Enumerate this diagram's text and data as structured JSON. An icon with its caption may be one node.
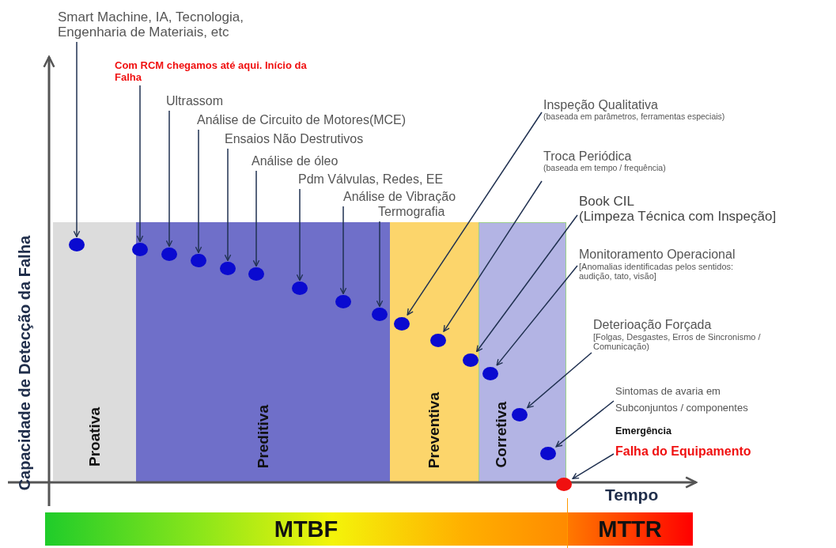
{
  "diagram": {
    "nodes": [
      {
        "text": [
          "Smart Machine, IA, Tecnologia, Engenharia de Materiais, etc"
        ]
      },
      {
        "text": [
          "Com RCM chegamos até aqui. Início da Falha"
        ]
      },
      {
        "text": [
          "Ultrassom"
        ]
      },
      {
        "text": [
          "Análise de Circuito de Motores(MCE)"
        ]
      },
      {
        "text": [
          "Ensaios Não  Destrutivos"
        ]
      },
      {
        "text": [
          "Análise de óleo"
        ]
      },
      {
        "text": [
          "Pdm Válvulas, Redes, EE"
        ]
      },
      {
        "text": [
          "Análise de Vibração"
        ]
      },
      {
        "text": [
          "Termografia"
        ]
      },
      {
        "text": [
          "Inspeção Qualitativa",
          "(baseada em parâmetros, ferramentas especiais)"
        ]
      },
      {
        "text": [
          "Troca Periódica",
          "(baseada em tempo / frequência)"
        ]
      },
      {
        "text": [
          "Book CIL",
          "(Limpeza Técnica com Inspeção]"
        ]
      },
      {
        "text": [
          "Monitoramento Operacional",
          "[Anomalias identificadas pelos sentidos: audição, tato, visão]"
        ]
      },
      {
        "text": [
          "Deterioação Forçada",
          "[Folgas, Desgastes, Erros de Sincronismo / Comunicação)"
        ]
      },
      {
        "text": [
          "Sintomas de avaria  em Subconjuntos / componentes"
        ]
      },
      {
        "text": [
          "Falha do Equipamento"
        ]
      },
      {
        "text": [
          "Proativa"
        ]
      },
      {
        "text": [
          "Preditiva"
        ]
      },
      {
        "text": [
          "Preventiva"
        ]
      },
      {
        "text": [
          "Corretiva"
        ]
      },
      {
        "text": [],
        "shape": "circle",
        "in": 16
      },
      {
        "text": [],
        "shape": "circle",
        "in": 17
      },
      {
        "text": [],
        "shape": "circle",
        "in": 17
      },
      {
        "text": [],
        "shape": "circle",
        "in": 17
      },
      {
        "text": [],
        "shape": "circle",
        "in": 17
      },
      {
        "text": [],
        "shape": "circle",
        "in": 17
      },
      {
        "text": [],
        "shape": "circle",
        "in": 17
      },
      {
        "text": [],
        "shape": "circle",
        "in": 17
      },
      {
        "text": [],
        "shape": "circle",
        "in": 17
      },
      {
        "text": [],
        "shape": "circle",
        "in": 18
      },
      {
        "text": [],
        "shape": "circle",
        "in": 18
      },
      {
        "text": [],
        "shape": "circle",
        "in": 18
      },
      {
        "text": [],
        "shape": "circle",
        "in": 19
      },
      {
        "text": [],
        "shape": "circle",
        "in": 19
      },
      {
        "text": [],
        "shape": "circle",
        "in": 19
      },
      {
        "text": [],
        "shape": "circle"
      },
      {
        "text": [
          "MTBF"
        ]
      },
      {
        "text": [
          "MTTR"
        ]
      }
    ],
    "edges": [
      {
        "from": 0,
        "to": 20,
        "arrow": "to"
      },
      {
        "from": 1,
        "to": 21,
        "arrow": "to"
      },
      {
        "from": 2,
        "to": 22,
        "arrow": "to"
      },
      {
        "from": 3,
        "to": 23,
        "arrow": "to"
      },
      {
        "from": 4,
        "to": 24,
        "arrow": "to"
      },
      {
        "from": 5,
        "to": 25,
        "arrow": "to"
      },
      {
        "from": 6,
        "to": 26,
        "arrow": "to"
      },
      {
        "from": 7,
        "to": 27,
        "arrow": "to"
      },
      {
        "from": 8,
        "to": 28,
        "arrow": "to"
      },
      {
        "from": 9,
        "to": 29,
        "arrow": "to"
      },
      {
        "from": 10,
        "to": 30,
        "arrow": "to"
      },
      {
        "from": 11,
        "to": 31,
        "arrow": "to"
      },
      {
        "from": 12,
        "to": 32,
        "arrow": "to"
      },
      {
        "from": 13,
        "to": 33,
        "arrow": "to"
      },
      {
        "from": 14,
        "to": 34,
        "arrow": "to"
      },
      {
        "from": 15,
        "to": 35,
        "arrow": "to"
      }
    ],
    "labels": [
      "Capacidade de Detecção da Falha",
      "Emergência",
      "Tempo"
    ]
  }
}
